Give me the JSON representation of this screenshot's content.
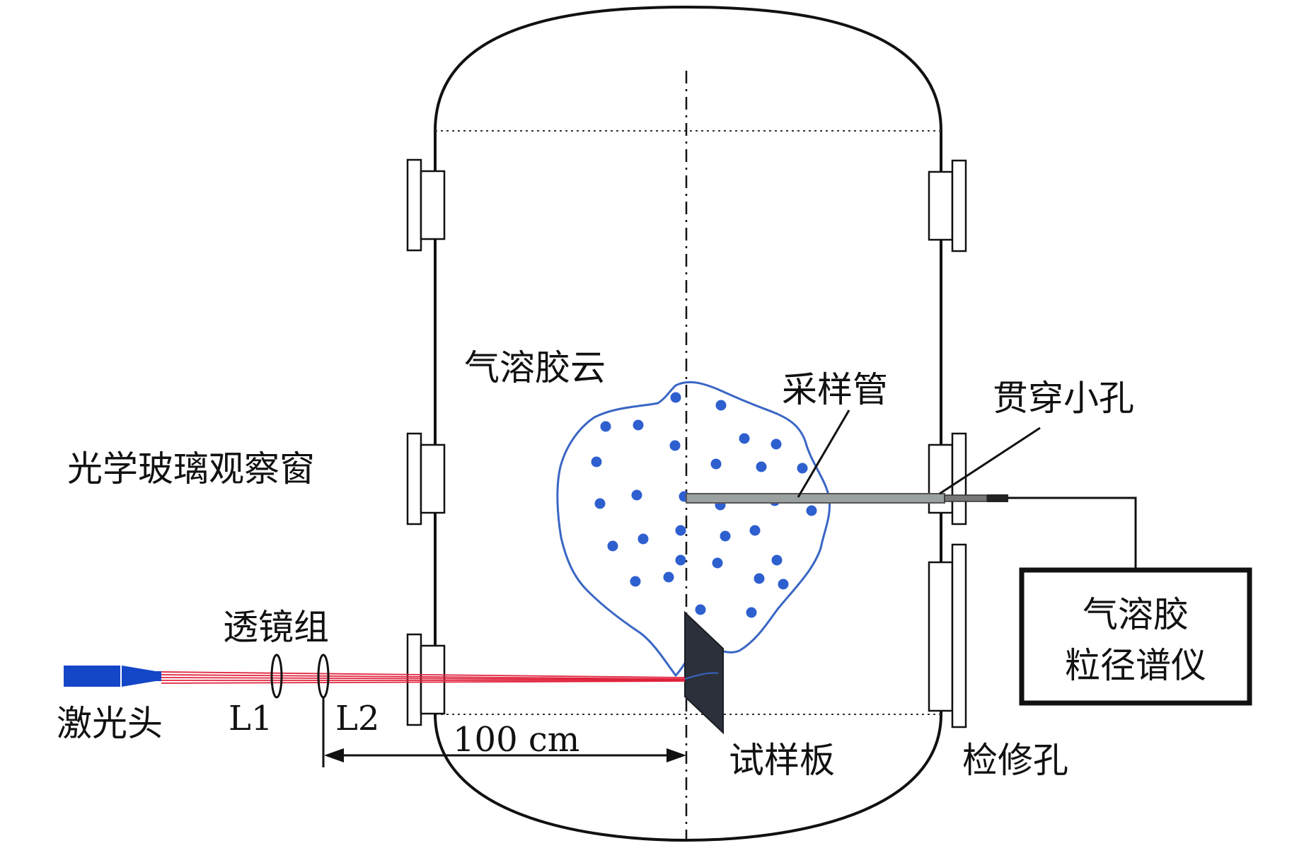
{
  "labels": {
    "aerosol_cloud": "气溶胶云",
    "sampling_tube": "采样管",
    "penetration_hole": "贯穿小孔",
    "optical_window": "光学玻璃观察窗",
    "lens_group": "透镜组",
    "laser_head": "激光头",
    "lens1": "L1",
    "lens2": "L2",
    "distance": "100 cm",
    "sample_plate": "试样板",
    "manhole": "检修孔",
    "spectrometer_line1": "气溶胶",
    "spectrometer_line2": "粒径谱仪"
  },
  "colors": {
    "line": "#111111",
    "cloud": "#3a66c4",
    "particle": "#2e5fcf",
    "laser_beam": "#e0233c",
    "laser_head": "#1446c8",
    "sample_plate": "#2b303a",
    "tube": "#9aa1a0"
  }
}
